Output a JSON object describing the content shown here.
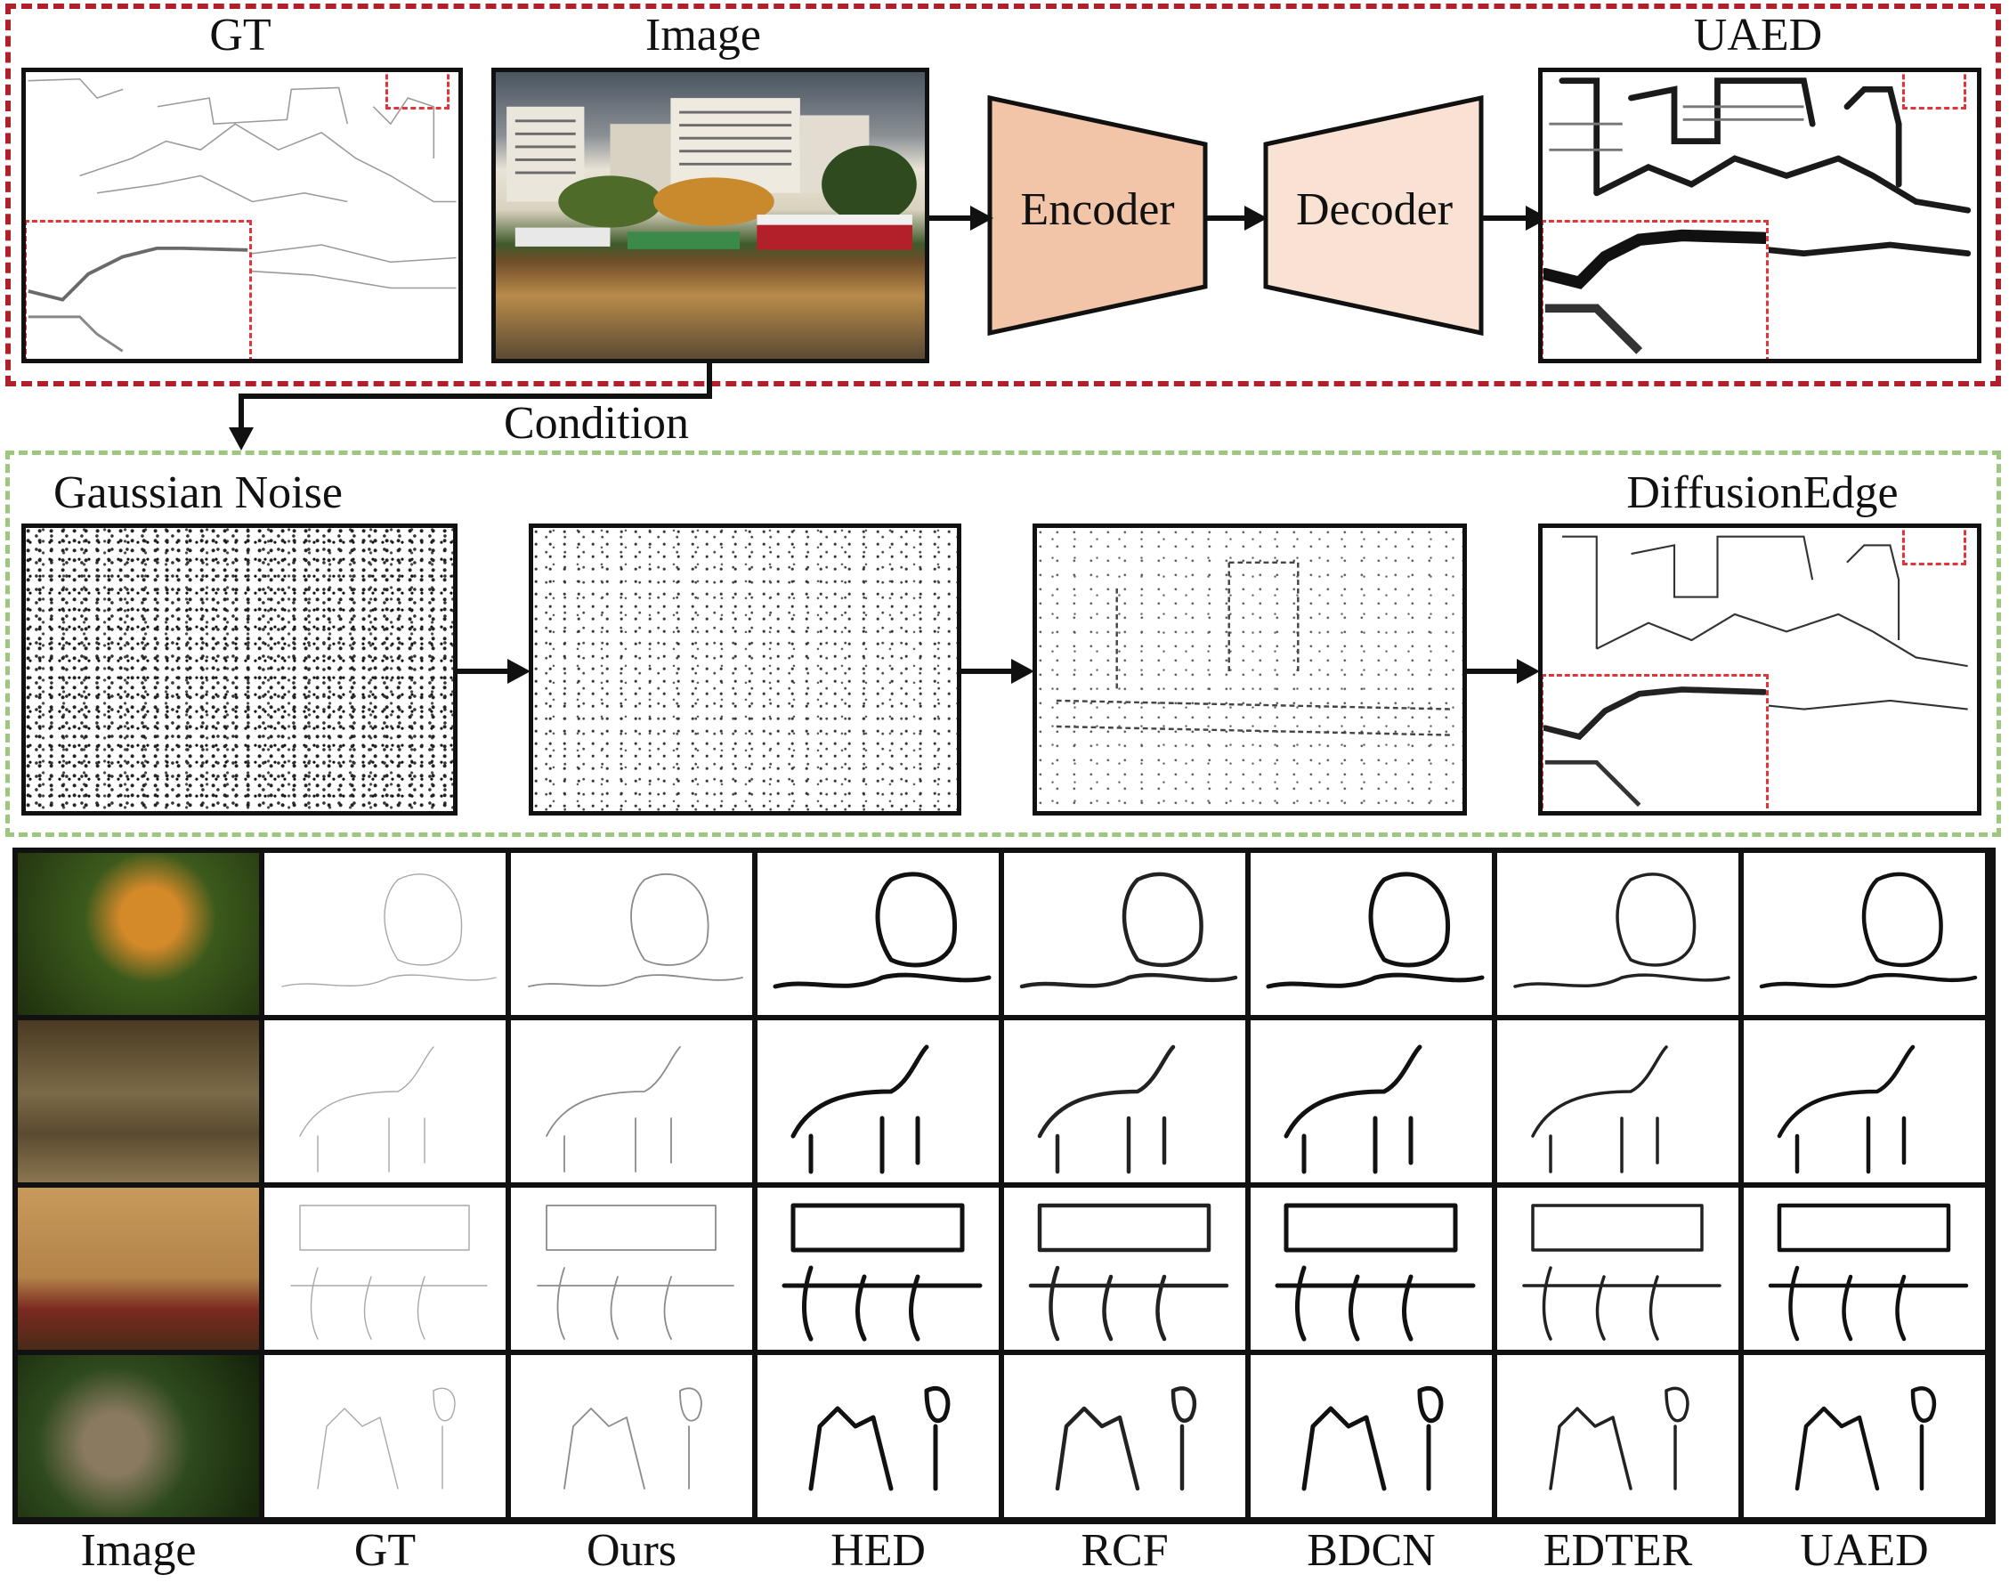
{
  "top_row": {
    "gt_label": "GT",
    "image_label": "Image",
    "encoder_label": "Encoder",
    "decoder_label": "Decoder",
    "uaed_label": "UAED",
    "condition_label": "Condition"
  },
  "middle_row": {
    "noise_label": "Gaussian Noise",
    "diffusionedge_label": "DiffusionEdge"
  },
  "bottom_columns": [
    "Image",
    "GT",
    "Ours",
    "HED",
    "RCF",
    "BDCN",
    "EDTER",
    "UAED"
  ],
  "colors": {
    "red_dashed": "#b0202a",
    "green_dashed": "#9dc77e",
    "encoder_fill": "#f2c5a8",
    "decoder_fill": "#f9e2d4",
    "zoom_dashed": "#e0353b"
  }
}
